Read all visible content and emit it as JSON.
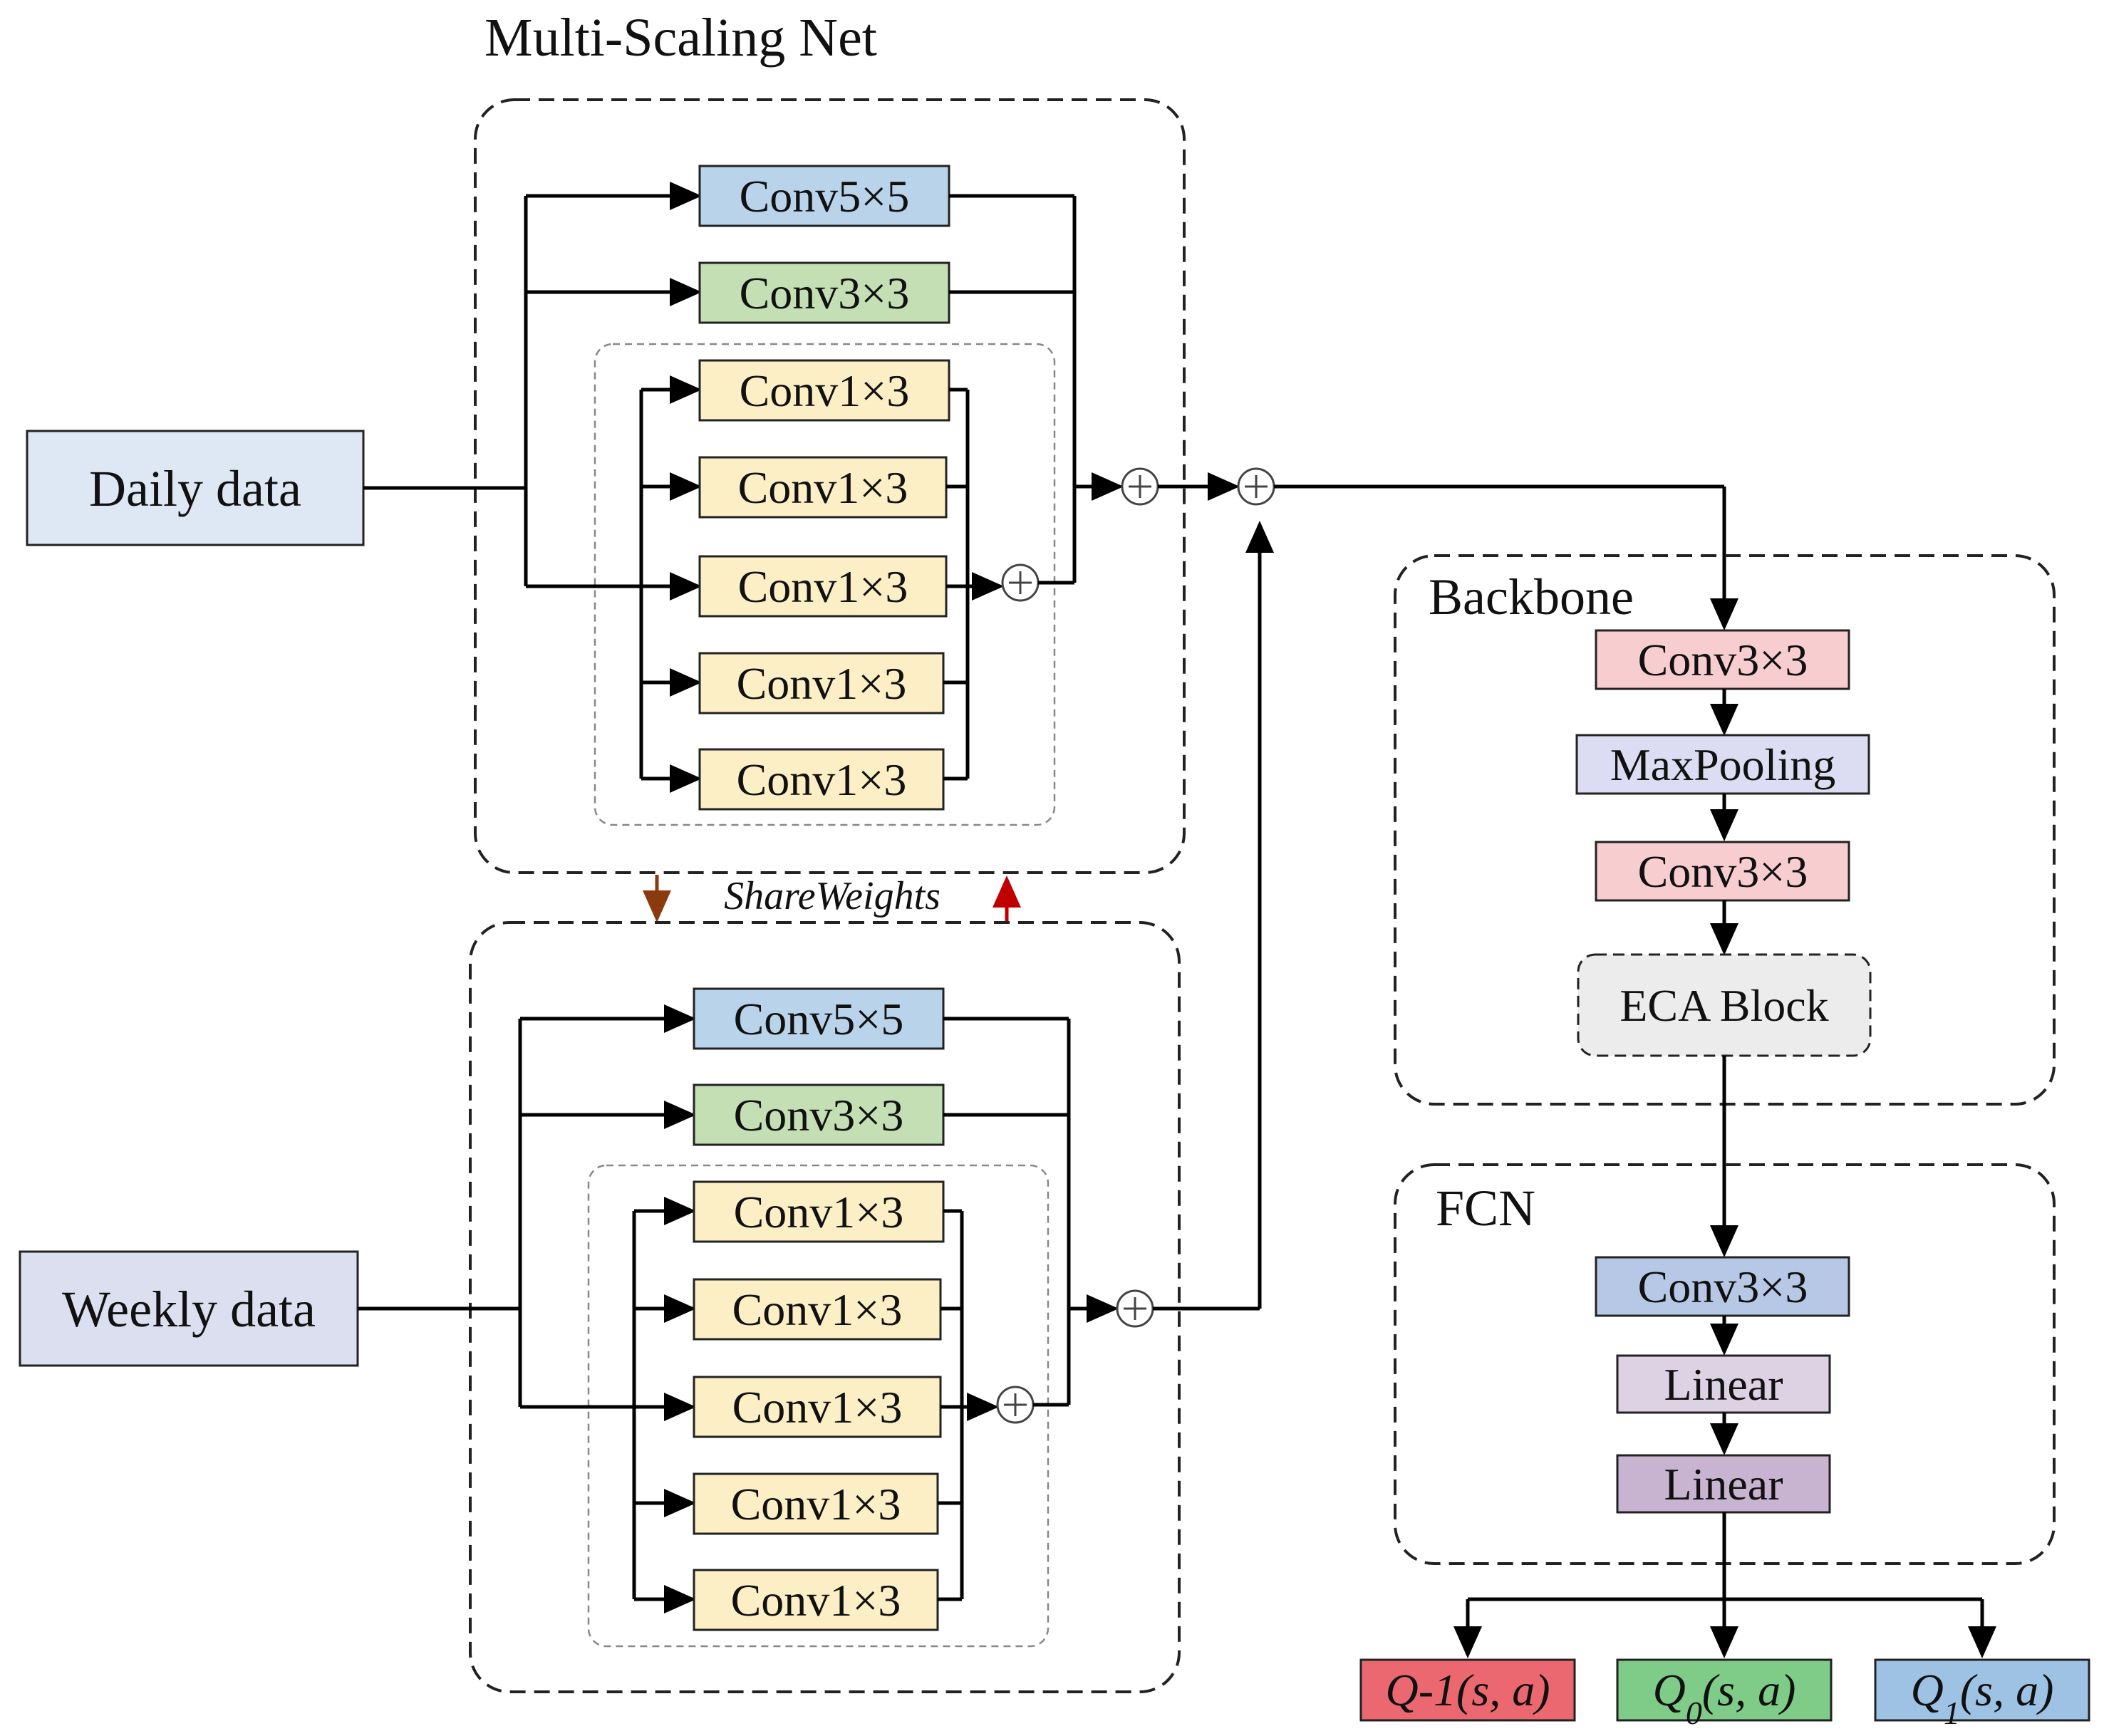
{
  "title": "Multi-Scaling Net",
  "inputs": {
    "daily": "Daily data",
    "weekly": "Weekly data"
  },
  "branch": {
    "conv5": "Conv5×5",
    "conv3": "Conv3×3",
    "conv13": "Conv1×3"
  },
  "share_weights": "ShareWeights",
  "backbone": {
    "label": "Backbone",
    "layers": [
      "Conv3×3",
      "MaxPooling",
      "Conv3×3",
      "ECA Block"
    ]
  },
  "fcn": {
    "label": "FCN",
    "layers": [
      "Conv3×3",
      "Linear",
      "Linear"
    ]
  },
  "outputs": [
    {
      "prefix": "Q",
      "sub": "-1",
      "suffix": "(s, a)"
    },
    {
      "prefix": "Q",
      "sub": "0",
      "suffix": "(s, a)"
    },
    {
      "prefix": "Q",
      "sub": "1",
      "suffix": "(s, a)"
    }
  ],
  "colors": {
    "input_daily": "#dde8f4",
    "input_weekly": "#dcdff0",
    "conv5": "#b9d3ea",
    "conv3": "#c5dfb4",
    "conv13": "#fcefc6",
    "backbone_conv": "#f8cdd0",
    "maxpool": "#dcdcf2",
    "eca": "#ececec",
    "fcn_conv": "#b7c8e6",
    "linear1": "#ddd2e3",
    "linear2": "#c8b4d0",
    "out_neg": "#ec6870",
    "out_zero": "#7fcb88",
    "out_pos": "#9ec2e4",
    "share_down": "#8b3a0e",
    "share_up": "#c00000"
  }
}
